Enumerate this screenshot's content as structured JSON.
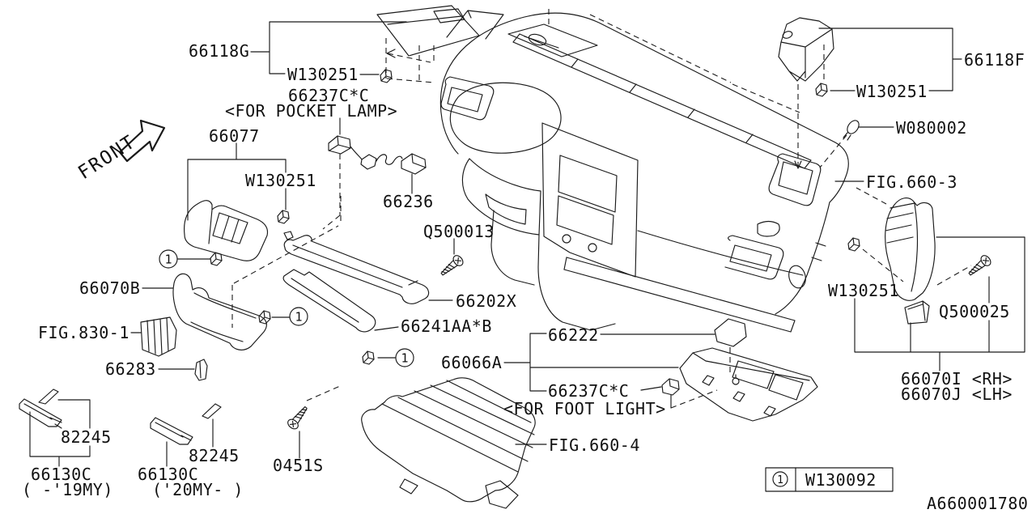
{
  "doc": {
    "drawing_number": "A660001780",
    "orientation": "FRONT",
    "ref_marker": "1",
    "legend": {
      "ref": "1",
      "part_no": "W130092"
    },
    "line_color": "#1a1a1a",
    "background": "#ffffff"
  },
  "labels": {
    "p66118G": "66118G",
    "w130251_top": "W130251",
    "p66237C_pocket": "66237C*C",
    "pocket_lamp_note": "<FOR POCKET LAMP>",
    "p66077": "66077",
    "w130251_66077": "W130251",
    "p66236": "66236",
    "q500013": "Q500013",
    "p66070B": "66070B",
    "fig830_1": "FIG.830-1",
    "p66283": "66283",
    "p82245_left": "82245",
    "p66130C_left": "66130C",
    "my_left": "( -'19MY)",
    "p66130C_mid": "66130C",
    "my_mid": "('20MY- )",
    "p82245_mid": "82245",
    "p0451S": "0451S",
    "p66202X": "66202X",
    "p66241AA_B": "66241AA*B",
    "p66222": "66222",
    "p66066A": "66066A",
    "p66237C_foot": "66237C*C",
    "foot_light_note": "<FOR FOOT LIGHT>",
    "fig660_4": "FIG.660-4",
    "p66118F": "66118F",
    "w130251_66118F": "W130251",
    "w080002": "W080002",
    "fig660_3": "FIG.660-3",
    "w130251_66070I": "W130251",
    "q500025": "Q500025",
    "p66070I_RH": "66070I <RH>",
    "p66070J_LH": "66070J <LH>"
  }
}
